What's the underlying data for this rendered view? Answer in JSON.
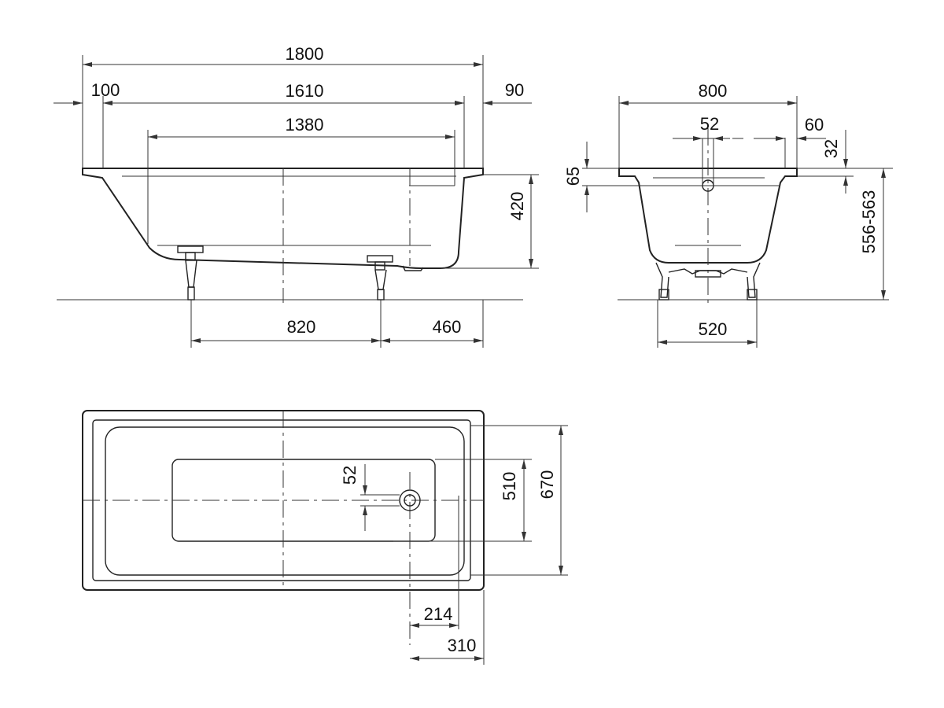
{
  "side_view": {
    "total_length": "1800",
    "left_rim": "100",
    "inner_length": "1610",
    "right_rim": "90",
    "floor_length": "1380",
    "depth": "420",
    "foot_spacing": "820",
    "foot_to_end": "460"
  },
  "end_view": {
    "width": "800",
    "drain_diameter": "52",
    "rim_width": "60",
    "rim_height": "32",
    "overflow_height": "65",
    "total_height": "556-563",
    "foot_span": "520"
  },
  "plan_view": {
    "drain_size": "52",
    "floor_width": "510",
    "total_width": "670",
    "drain_offset": "214",
    "drain_to_end": "310"
  }
}
